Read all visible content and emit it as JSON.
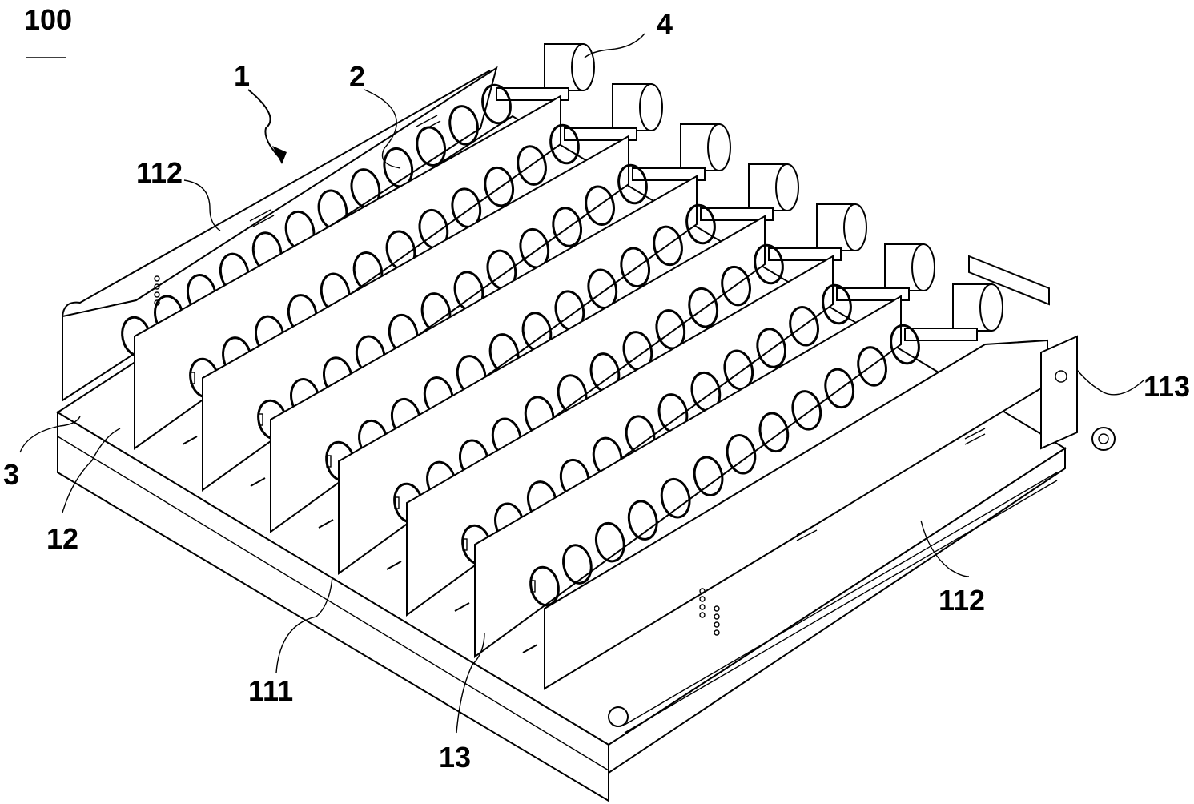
{
  "figure": {
    "labels": {
      "assembly": "100",
      "tray": "1",
      "spiral": "2",
      "pusher": "3",
      "motor": "4",
      "side_panel_left": "112",
      "side_panel_right": "112",
      "front_bracket": "113",
      "front_rail": "12",
      "base_plate": "111",
      "divider_slot": "13"
    }
  }
}
